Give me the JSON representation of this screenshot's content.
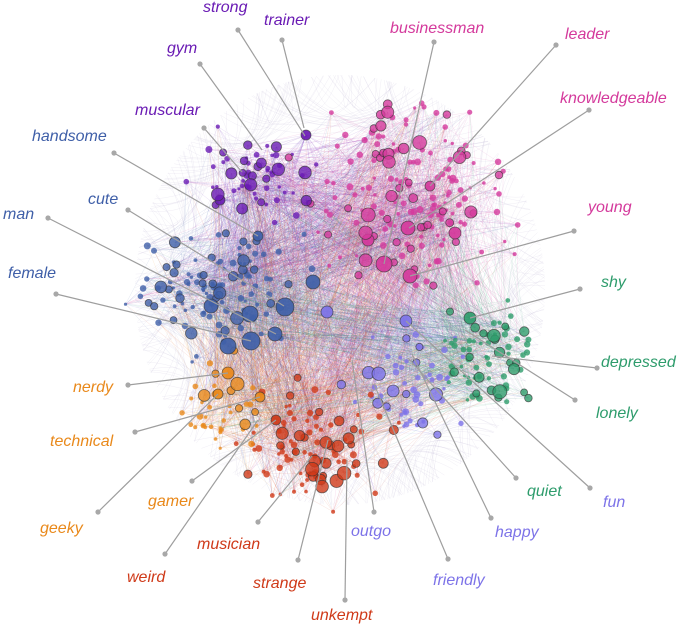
{
  "groups": {
    "masculine": {
      "color": "#6a1bb4"
    },
    "professional": {
      "color": "#d43a9c"
    },
    "gender": {
      "color": "#3f5fa8"
    },
    "tech": {
      "color": "#e9891b"
    },
    "odd": {
      "color": "#cf3a19"
    },
    "social": {
      "color": "#7d73e8"
    },
    "withdrawn": {
      "color": "#2e9c6c"
    }
  },
  "labels": [
    {
      "id": "strong",
      "text": "strong",
      "group": "masculine"
    },
    {
      "id": "trainer",
      "text": "trainer",
      "group": "masculine"
    },
    {
      "id": "gym",
      "text": "gym",
      "group": "masculine"
    },
    {
      "id": "muscular",
      "text": "muscular",
      "group": "masculine"
    },
    {
      "id": "businessman",
      "text": "businessman",
      "group": "professional"
    },
    {
      "id": "leader",
      "text": "leader",
      "group": "professional"
    },
    {
      "id": "knowledgeable",
      "text": "knowledgeable",
      "group": "professional"
    },
    {
      "id": "young",
      "text": "young",
      "group": "professional"
    },
    {
      "id": "handsome",
      "text": "handsome",
      "group": "gender"
    },
    {
      "id": "cute",
      "text": "cute",
      "group": "gender"
    },
    {
      "id": "man",
      "text": "man",
      "group": "gender"
    },
    {
      "id": "female",
      "text": "female",
      "group": "gender"
    },
    {
      "id": "nerdy",
      "text": "nerdy",
      "group": "tech"
    },
    {
      "id": "technical",
      "text": "technical",
      "group": "tech"
    },
    {
      "id": "gamer",
      "text": "gamer",
      "group": "tech"
    },
    {
      "id": "geeky",
      "text": "geeky",
      "group": "tech"
    },
    {
      "id": "shy",
      "text": "shy",
      "group": "withdrawn"
    },
    {
      "id": "depressed",
      "text": "depressed",
      "group": "withdrawn"
    },
    {
      "id": "lonely",
      "text": "lonely",
      "group": "withdrawn"
    },
    {
      "id": "quiet",
      "text": "quiet",
      "group": "withdrawn"
    },
    {
      "id": "fun",
      "text": "fun",
      "group": "social"
    },
    {
      "id": "happy",
      "text": "happy",
      "group": "social"
    },
    {
      "id": "outgo",
      "text": "outgo",
      "group": "social"
    },
    {
      "id": "friendly",
      "text": "friendly",
      "group": "social"
    },
    {
      "id": "musician",
      "text": "musician",
      "group": "odd"
    },
    {
      "id": "weird",
      "text": "weird",
      "group": "odd"
    },
    {
      "id": "strange",
      "text": "strange",
      "group": "odd"
    },
    {
      "id": "unkempt",
      "text": "unkempt",
      "group": "odd"
    }
  ]
}
